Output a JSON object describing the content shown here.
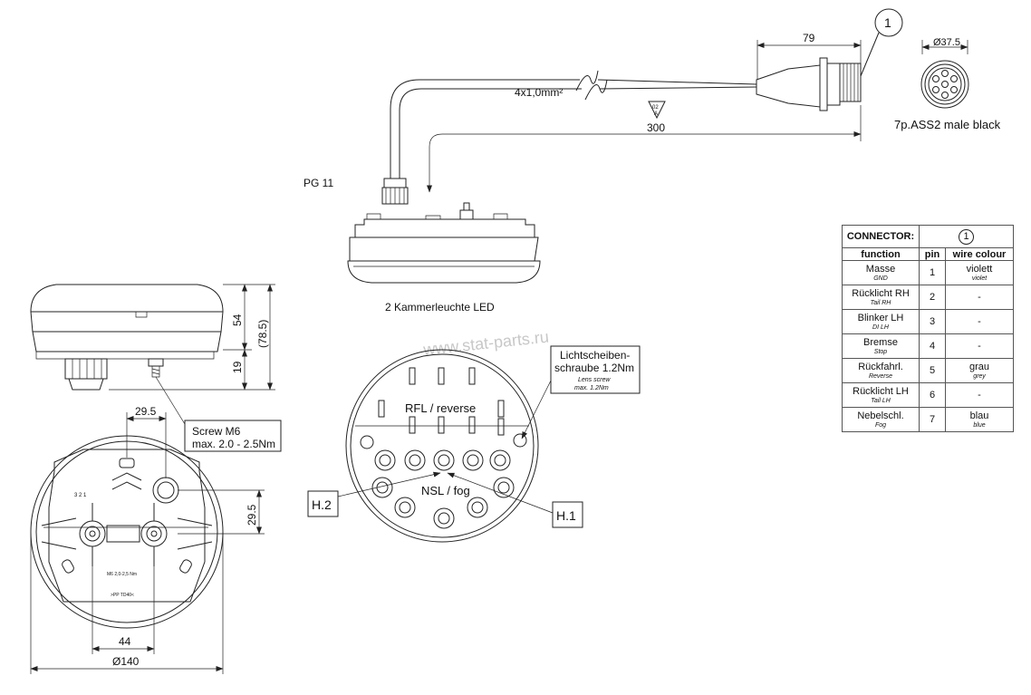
{
  "callout": {
    "number": "1"
  },
  "cable": {
    "length_top": "79",
    "wire_spec": "4x1,0mm²",
    "length": "300",
    "triangle_code": "02",
    "triangle_letter": "A",
    "gland": "PG 11"
  },
  "connector": {
    "diameter": "Ø37.5",
    "label": "7p.ASS2 male black"
  },
  "lamp": {
    "name": "2 Kammerleuchte LED"
  },
  "side_view": {
    "dim_height": "54",
    "dim_total": "(78.5)",
    "dim_bottom": "19"
  },
  "bottom_view": {
    "dim_top": "29.5",
    "dim_side": "29.5",
    "dim_holes": "44",
    "dim_diameter": "Ø140",
    "screw_note_line1": "Screw M6",
    "screw_note_line2": "max. 2.0 - 2.5Nm",
    "marking_321": "3 2 1",
    "marking_m6": "M6 2,0-2,5 Nm",
    "marking_ppt": ">PP TD40<"
  },
  "front_view": {
    "rfl_label": "RFL / reverse",
    "nsl_label": "NSL / fog",
    "h2": "H.2",
    "h1": "H.1",
    "lens_line1": "Lichtscheiben-",
    "lens_line2": "schraube 1.2Nm",
    "lens_line3": "Lens screw",
    "lens_line4": "max. 1.2Nm"
  },
  "watermark": "www.stat-parts.ru",
  "table": {
    "title": "CONNECTOR:",
    "title_symbol": "1",
    "headers": [
      "function",
      "pin",
      "wire colour"
    ],
    "rows": [
      {
        "function": "Masse",
        "sub": "GND",
        "pin": "1",
        "colour": "violett",
        "colour_sub": "violet"
      },
      {
        "function": "Rücklicht RH",
        "sub": "Tail RH",
        "pin": "2",
        "colour": "-",
        "colour_sub": ""
      },
      {
        "function": "Blinker LH",
        "sub": "DI LH",
        "pin": "3",
        "colour": "-",
        "colour_sub": ""
      },
      {
        "function": "Bremse",
        "sub": "Stop",
        "pin": "4",
        "colour": "-",
        "colour_sub": ""
      },
      {
        "function": "Rückfahrl.",
        "sub": "Reverse",
        "pin": "5",
        "colour": "grau",
        "colour_sub": "grey"
      },
      {
        "function": "Rücklicht LH",
        "sub": "Tail LH",
        "pin": "6",
        "colour": "-",
        "colour_sub": ""
      },
      {
        "function": "Nebelschl.",
        "sub": "Fog",
        "pin": "7",
        "colour": "blau",
        "colour_sub": "blue"
      }
    ]
  }
}
